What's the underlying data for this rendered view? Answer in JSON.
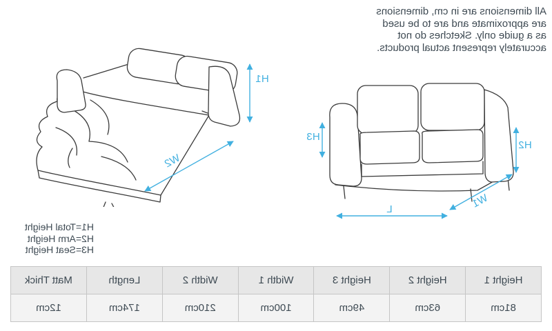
{
  "notice": {
    "lines": [
      "All dimensions are in cm, dimensions",
      "are approximate and are to be used",
      "as a guide only. Sketches do not",
      "accurately represent actual products."
    ]
  },
  "legend": {
    "lines": [
      "H1=Total Height",
      "H2=Arm Height",
      "H3=Seat Height"
    ]
  },
  "dimension_labels": {
    "h1": "H1",
    "h2": "H2",
    "h3": "H3",
    "w1": "W1",
    "w2": "W2",
    "length": "L"
  },
  "table": {
    "headers": [
      "Height 1",
      "Height 2",
      "Height 3",
      "Width 1",
      "Width 2",
      "Length",
      "Matt Thick"
    ],
    "values": [
      "81cm",
      "63cm",
      "49cm",
      "100cm",
      "210cm",
      "174cm",
      "12cm"
    ]
  },
  "colors": {
    "accent_blue": "#41b0e0",
    "ink": "#3e4a53",
    "line_art": "#3a3a3a",
    "table_border": "#c5c5c5",
    "table_header_bg": "#e7e7e7",
    "table_row_bg": "#f3f3f3"
  }
}
